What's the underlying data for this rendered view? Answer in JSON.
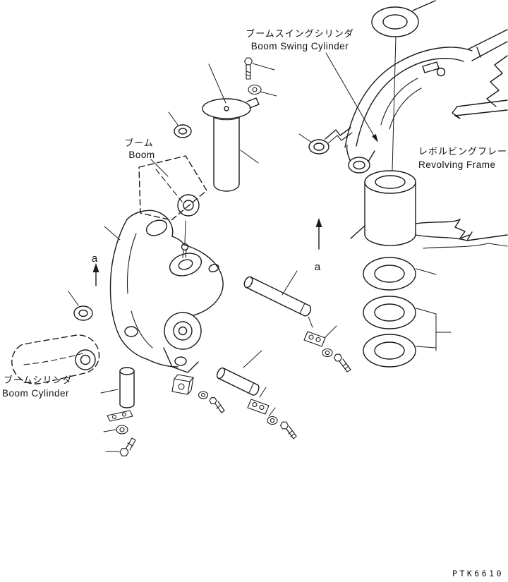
{
  "page": {
    "background": "#ffffff",
    "line_color": "#1a1a1a"
  },
  "labels": {
    "boom_swing_cylinder": {
      "jp": "ブームスイングシリンダ",
      "en": "Boom Swing Cylinder"
    },
    "boom": {
      "jp": "ブーム",
      "en": "Boom"
    },
    "revolving_frame": {
      "jp": "レボルビングフレーム",
      "en": "Revolving Frame"
    },
    "boom_cylinder": {
      "jp": "ブームシリンダ",
      "en": "Boom Cylinder"
    },
    "view_arrow_left": "a",
    "view_arrow_right": "a",
    "drawing_number": "PTK6610"
  }
}
